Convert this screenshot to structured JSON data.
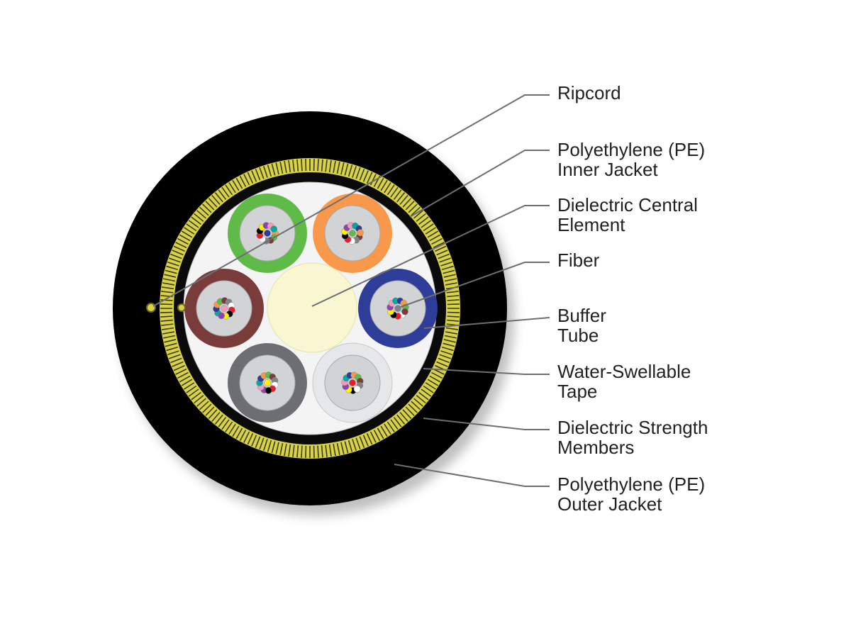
{
  "labels": [
    {
      "id": "ripcord",
      "lines": [
        "Ripcord"
      ]
    },
    {
      "id": "inner-jacket",
      "lines": [
        "Polyethylene (PE)",
        "Inner Jacket"
      ]
    },
    {
      "id": "central-element",
      "lines": [
        "Dielectric Central",
        "Element"
      ]
    },
    {
      "id": "fiber",
      "lines": [
        "Fiber"
      ]
    },
    {
      "id": "buffer-tube",
      "lines": [
        "Buffer",
        "Tube"
      ]
    },
    {
      "id": "water-tape",
      "lines": [
        "Water-Swellable",
        "Tape"
      ]
    },
    {
      "id": "strength-members",
      "lines": [
        "Dielectric Strength",
        "Members"
      ]
    },
    {
      "id": "outer-jacket",
      "lines": [
        "Polyethylene (PE)",
        "Outer Jacket"
      ]
    }
  ],
  "colors": {
    "outer_jacket": "#000000",
    "strength_yarn": "#d8d24a",
    "inner_jacket": "#0a0a0a",
    "water_tape": "#f4f4f4",
    "central_element": "#f9f7d2",
    "buffer_tubes": [
      "#5fba47",
      "#f7984a",
      "#2e3d98",
      "#e6e7e8",
      "#6d6e71",
      "#7a3b3b"
    ],
    "fiber_colors": [
      "#2e3d98",
      "#f7984a",
      "#5fba47",
      "#7a3b3b",
      "#808285",
      "#ffffff",
      "#ed1c24",
      "#000000",
      "#fff200",
      "#8e44ad",
      "#f49ac1",
      "#00a99d"
    ]
  }
}
